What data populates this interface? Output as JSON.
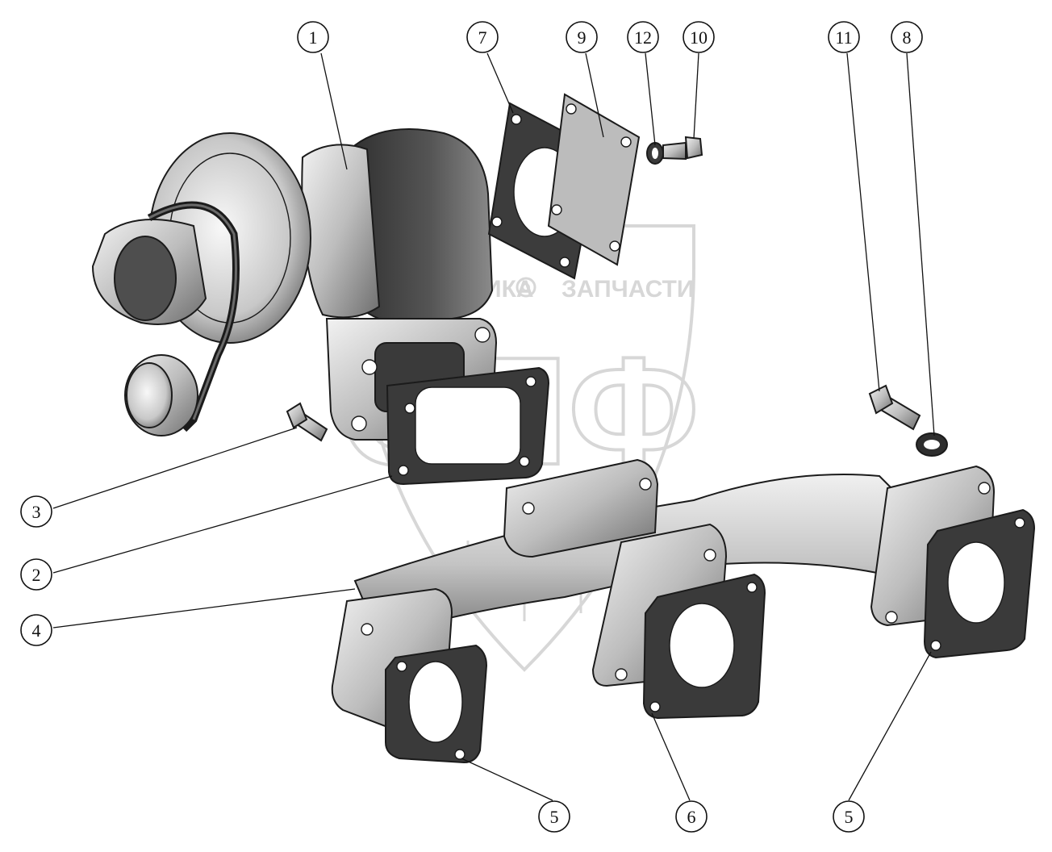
{
  "watermark": {
    "left_word": "ТЕХНИКА",
    "right_word": "ЗАПЧАСТИ",
    "monogram": "ОПФ",
    "color": "#b8b8b8"
  },
  "palette": {
    "metal_light": "#dcdcdc",
    "metal_mid": "#a9a9a9",
    "metal_dark": "#4a4a4a",
    "gasket": "#3a3a3a",
    "outline": "#1b1b1b"
  },
  "callouts": [
    {
      "label": "1"
    },
    {
      "label": "7"
    },
    {
      "label": "9"
    },
    {
      "label": "12"
    },
    {
      "label": "10"
    },
    {
      "label": "11"
    },
    {
      "label": "8"
    },
    {
      "label": "3"
    },
    {
      "label": "2"
    },
    {
      "label": "4"
    },
    {
      "label": "5"
    },
    {
      "label": "6"
    },
    {
      "label": "5"
    }
  ]
}
